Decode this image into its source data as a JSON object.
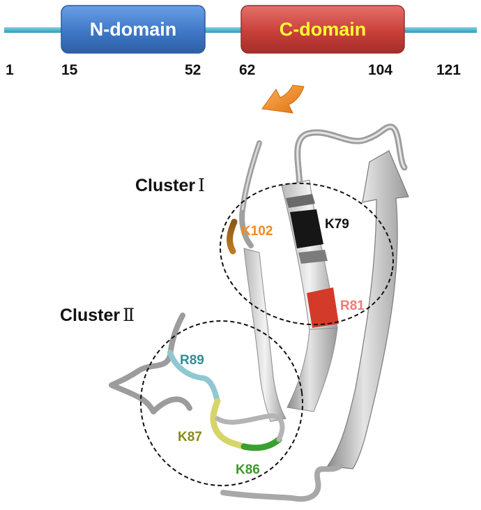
{
  "domains": {
    "n": {
      "label": "N-domain",
      "fill": "#3f78c6",
      "text_color": "#ffffff"
    },
    "c": {
      "label": "C-domain",
      "fill": "#c9403a",
      "text_color": "#ffff33"
    }
  },
  "backbone_color": "#46b6d0",
  "positions": [
    "1",
    "15",
    "52",
    "62",
    "104",
    "121"
  ],
  "arrow_color": "#f08a1c",
  "clusters": [
    {
      "label": "Cluster",
      "numeral": "Ⅰ"
    },
    {
      "label": "Cluster",
      "numeral": "Ⅱ"
    }
  ],
  "residues": [
    {
      "label": "K102",
      "color": "#f08a1c"
    },
    {
      "label": "K79",
      "color": "#111111"
    },
    {
      "label": "R81",
      "color": "#f07a78"
    },
    {
      "label": "R89",
      "color": "#2e8d9a"
    },
    {
      "label": "K87",
      "color": "#8a8a1e"
    },
    {
      "label": "K86",
      "color": "#3a9a2a"
    }
  ]
}
